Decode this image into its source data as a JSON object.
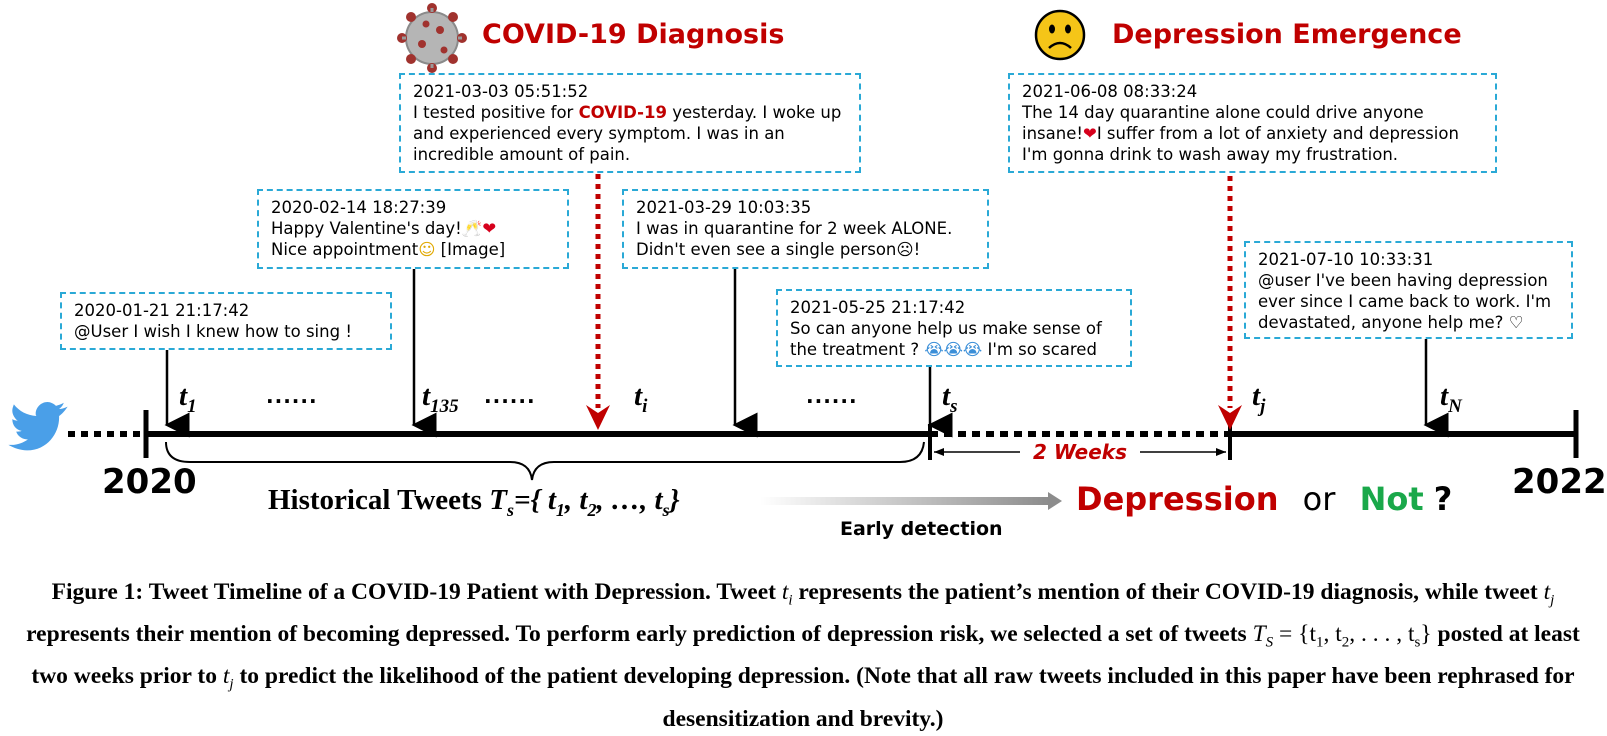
{
  "headings": {
    "covid": "COVID-19 Diagnosis",
    "depression": "Depression Emergence"
  },
  "tweets": [
    {
      "time": "2020-01-21 21:17:42",
      "lines": [
        "@User I wish I knew how to sing !"
      ]
    },
    {
      "time": "2020-02-14 18:27:39",
      "lines": [
        "Happy Valentine's day!",
        "Nice appointment",
        "[Image]"
      ]
    },
    {
      "time": "2021-03-03 05:51:52",
      "pre": "I tested positive for ",
      "highlight": "COVID-19",
      "post": " yesterday. I woke up and experienced every symptom. I was in an incredible amount of pain."
    },
    {
      "time": "2021-03-29 10:03:35",
      "lines": [
        "I was in quarantine for 2 week ALONE.",
        "Didn't even see a single person",
        "!"
      ]
    },
    {
      "time": "2021-05-25 21:17:42",
      "lines": [
        "So can anyone help us make sense of",
        "the treatment ?",
        "I'm so scared"
      ]
    },
    {
      "time": "2021-06-08 08:33:24",
      "lines": [
        "The 14 day quarantine alone could drive anyone",
        "insane!",
        "I suffer from a lot of anxiety and depression",
        "I'm gonna drink to wash away my frustration."
      ]
    },
    {
      "time": "2021-07-10 10:33:31",
      "lines": [
        "@user I've been having depression",
        "ever since I came back to work. I'm",
        "devastated, anyone help me?"
      ]
    }
  ],
  "timeline": {
    "start_year": "2020",
    "end_year": "2022",
    "labels": {
      "t1": "1",
      "t135": "135",
      "ti": "i",
      "ts": "s",
      "tj": "j",
      "tN": "N"
    },
    "ellipsis": "......",
    "gap_label": "2 Weeks",
    "historical": {
      "prefix": "Historical Tweets ",
      "T": "T",
      "sub": "s",
      "set": "={ t",
      "s1": "1",
      "c1": ", t",
      "s2": "2",
      "c2": ", …, t",
      "s3": "s",
      "close": "}"
    },
    "early_detection": "Early detection",
    "outcome_depression": "Depression",
    "outcome_or": "or",
    "outcome_not": "Not",
    "outcome_q": "?"
  },
  "caption": {
    "text": "Figure 1: Tweet Timeline of a COVID-19 Patient with Depression. Tweet t_i represents the patient’s mention of their COVID-19 diagnosis, while tweet t_j represents their mention of becoming depressed. To perform early prediction of depression risk, we selected a set of tweets T_S = {t_1, t_2, . . . , t_s} posted at least two weeks prior to t_j to predict the likelihood of the patient developing depression. (Note that all raw tweets included in this paper have been rephrased for desensitization and brevity.)",
    "part1": "Figure 1: Tweet Timeline of a COVID-19 Patient with Depression. Tweet ",
    "ti": "t",
    "ti_sub": "i",
    "part2": " represents the patient’s mention of their COVID-19 diagnosis, while tweet ",
    "tj": "t",
    "tj_sub": "j",
    "part3": " represents their mention of becoming depressed. To perform early prediction of depression risk, we selected a set of tweets ",
    "ts_set": "T",
    "ts_set_sub": "S",
    "ts_eq": " = {t",
    "ts_1": "1",
    "ts_c1": ", t",
    "ts_2": "2",
    "ts_c2": ", . . . , t",
    "ts_s": "s",
    "ts_close": "}",
    "part4": " posted at least two weeks prior to ",
    "tj2": "t",
    "tj2_sub": "j",
    "part5": " to predict the likelihood of the patient developing depression. (Note that all raw tweets included in this paper have been rephrased for desensitization and brevity.)"
  },
  "colors": {
    "tweet_border": "#2aa9d6",
    "accent_red": "#c00000",
    "not_green": "#1aa84a",
    "twitter_blue": "#4a9fe8",
    "virus_red": "#a0322e",
    "face_yellow": "#f5c518"
  },
  "icons": [
    "twitter-bird-icon",
    "covid-virus-icon",
    "sad-face-icon",
    "heart-icon",
    "clink-glasses-icon",
    "smile-emoji-icon",
    "sad-emoji-icon",
    "crying-emoji-icon",
    "white-heart-icon"
  ]
}
